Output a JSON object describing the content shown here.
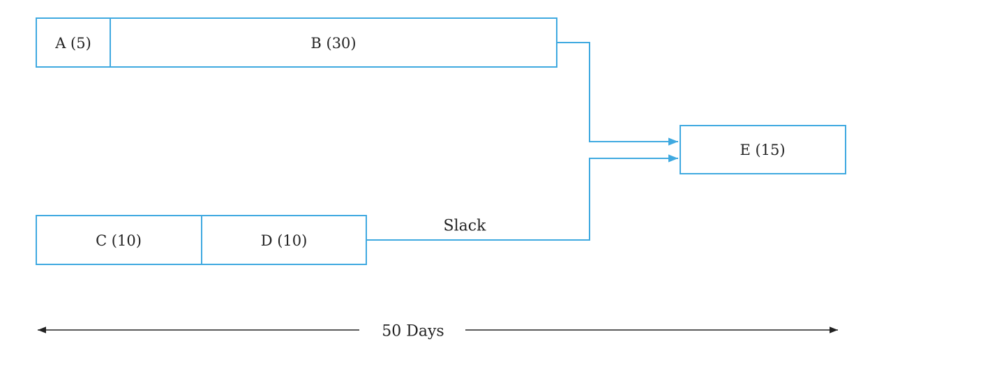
{
  "colors": {
    "box_stroke": "#3fa9e0",
    "connector": "#3fa9e0",
    "text": "#222222",
    "duration_arrow": "#222222"
  },
  "tasks": {
    "a": {
      "label": "A (5)"
    },
    "b": {
      "label": "B (30)"
    },
    "c": {
      "label": "C (10)"
    },
    "d": {
      "label": "D (10)"
    },
    "e": {
      "label": "E (15)"
    }
  },
  "slack_label": "Slack",
  "duration_label": "50 Days"
}
